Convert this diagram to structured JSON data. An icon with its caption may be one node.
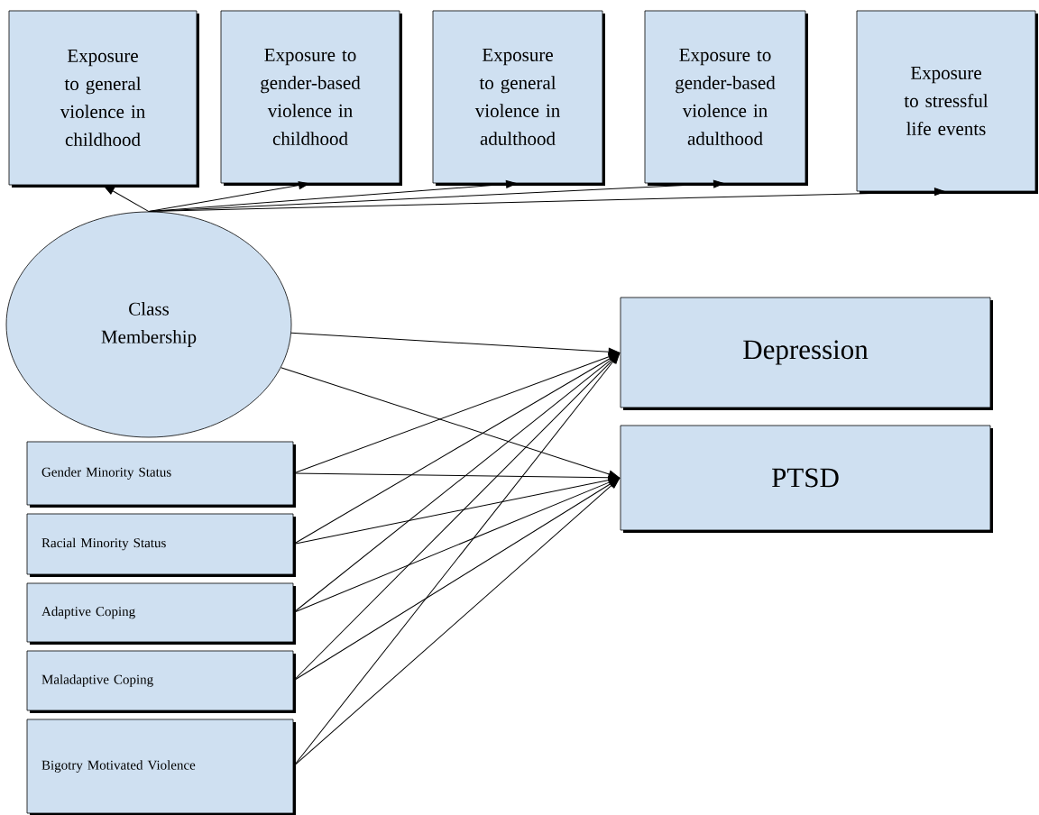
{
  "diagram": {
    "nodes": [
      {
        "text": [
          "Exposure to general violence in childhood"
        ]
      },
      {
        "text": [
          "Exposure to gender-based violence in childhood"
        ]
      },
      {
        "text": [
          "Exposure to general violence in adulthood"
        ]
      },
      {
        "text": [
          "Exposure to gender-based violence in adulthood"
        ]
      },
      {
        "text": [
          "Exposure to stressful life events"
        ]
      },
      {
        "text": [
          "Class Membership"
        ]
      },
      {
        "text": [
          "Depression"
        ]
      },
      {
        "text": [
          "PTSD"
        ]
      },
      {
        "text": [
          "Gender Minority Status"
        ]
      },
      {
        "text": [
          "Racial Minority Status"
        ]
      },
      {
        "text": [
          "Adaptive Coping"
        ]
      },
      {
        "text": [
          "Maladaptive Coping"
        ]
      },
      {
        "text": [
          "Bigotry Motivated Violence"
        ]
      }
    ],
    "edges": [
      {
        "from": 5,
        "to": 0,
        "arrow": "to"
      },
      {
        "from": 5,
        "to": 1,
        "arrow": "to"
      },
      {
        "from": 5,
        "to": 2,
        "arrow": "to"
      },
      {
        "from": 5,
        "to": 3,
        "arrow": "to"
      },
      {
        "from": 5,
        "to": 4,
        "arrow": "to"
      },
      {
        "from": 5,
        "to": 6,
        "arrow": "to"
      },
      {
        "from": 5,
        "to": 7,
        "arrow": "to"
      },
      {
        "from": 8,
        "to": 6,
        "arrow": "to"
      },
      {
        "from": 8,
        "to": 7,
        "arrow": "to"
      },
      {
        "from": 9,
        "to": 6,
        "arrow": "to"
      },
      {
        "from": 9,
        "to": 7,
        "arrow": "to"
      },
      {
        "from": 10,
        "to": 6,
        "arrow": "to"
      },
      {
        "from": 10,
        "to": 7,
        "arrow": "to"
      },
      {
        "from": 11,
        "to": 6,
        "arrow": "to"
      },
      {
        "from": 11,
        "to": 7,
        "arrow": "to"
      },
      {
        "from": 12,
        "to": 6,
        "arrow": "to"
      },
      {
        "from": 12,
        "to": 7,
        "arrow": "to"
      }
    ]
  }
}
